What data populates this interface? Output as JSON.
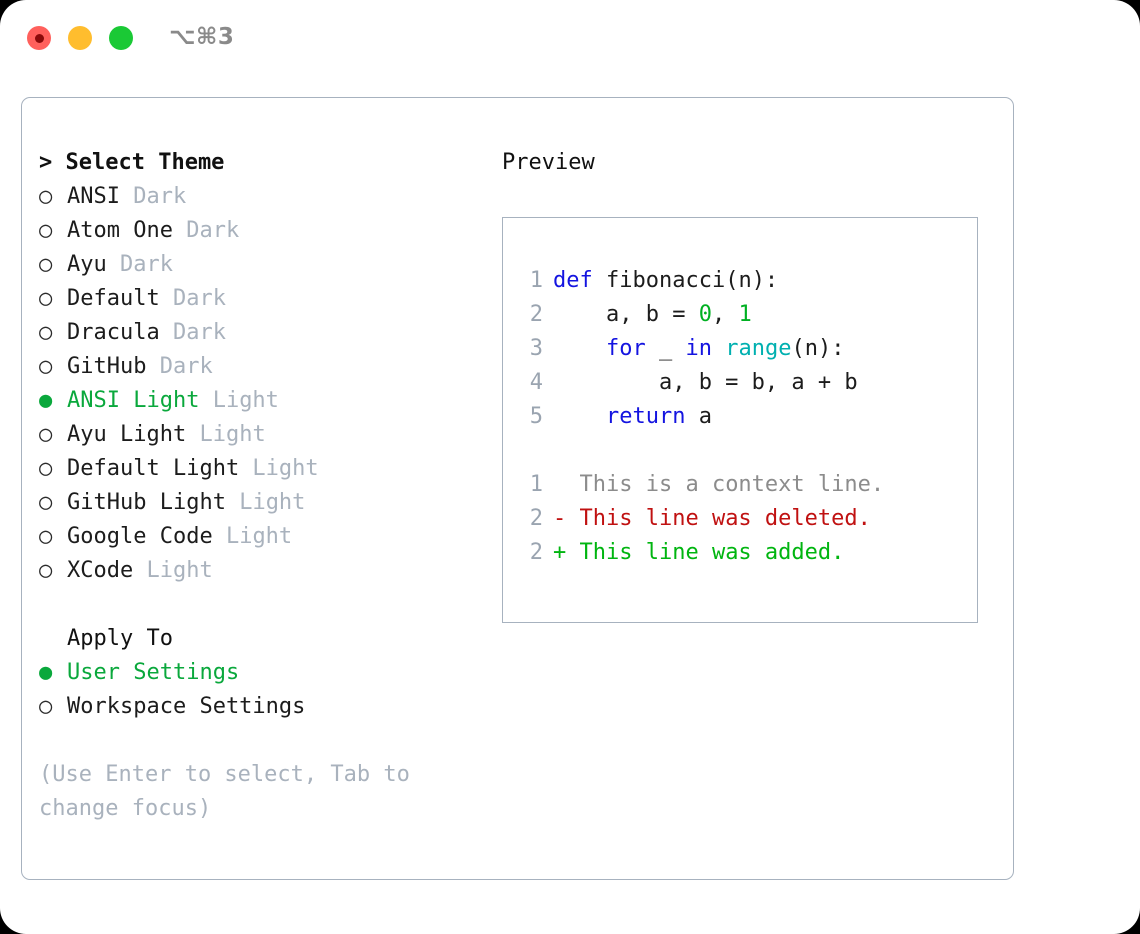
{
  "titlebar": {
    "shortcut": "⌥⌘3",
    "buttons": [
      {
        "name": "close",
        "color": "#ff605c"
      },
      {
        "name": "minimize",
        "color": "#ffbd2e"
      },
      {
        "name": "zoom",
        "color": "#1ac935"
      }
    ]
  },
  "accent": {
    "selected_green": "#0aa83c",
    "muted_gray": "#a9b2bd",
    "border": "#a7b2bf"
  },
  "theme_panel": {
    "header": "> Select Theme",
    "themes": [
      {
        "bullet": "○",
        "name": "ANSI",
        "variant": "Dark",
        "selected": false
      },
      {
        "bullet": "○",
        "name": "Atom One",
        "variant": "Dark",
        "selected": false
      },
      {
        "bullet": "○",
        "name": "Ayu",
        "variant": "Dark",
        "selected": false
      },
      {
        "bullet": "○",
        "name": "Default",
        "variant": "Dark",
        "selected": false
      },
      {
        "bullet": "○",
        "name": "Dracula",
        "variant": "Dark",
        "selected": false
      },
      {
        "bullet": "○",
        "name": "GitHub",
        "variant": "Dark",
        "selected": false
      },
      {
        "bullet": "●",
        "name": "ANSI Light",
        "variant": "Light",
        "selected": true
      },
      {
        "bullet": "○",
        "name": "Ayu Light",
        "variant": "Light",
        "selected": false
      },
      {
        "bullet": "○",
        "name": "Default Light",
        "variant": "Light",
        "selected": false
      },
      {
        "bullet": "○",
        "name": "GitHub Light",
        "variant": "Light",
        "selected": false
      },
      {
        "bullet": "○",
        "name": "Google Code",
        "variant": "Light",
        "selected": false
      },
      {
        "bullet": "○",
        "name": "XCode",
        "variant": "Light",
        "selected": false
      }
    ],
    "apply_to_label": "Apply To",
    "apply_to_options": [
      {
        "bullet": "●",
        "name": "User Settings",
        "selected": true
      },
      {
        "bullet": "○",
        "name": "Workspace Settings",
        "selected": false
      }
    ],
    "hint": "(Use Enter to select, Tab to change focus)"
  },
  "preview_panel": {
    "title": "Preview",
    "code_lines": [
      {
        "ln": "1",
        "tokens": [
          {
            "t": "def",
            "c": "kw"
          },
          {
            "t": " fibonacci(n):",
            "c": "pl"
          }
        ]
      },
      {
        "ln": "2",
        "tokens": [
          {
            "t": "    a, b = ",
            "c": "pl"
          },
          {
            "t": "0",
            "c": "num"
          },
          {
            "t": ", ",
            "c": "pl"
          },
          {
            "t": "1",
            "c": "num"
          }
        ]
      },
      {
        "ln": "3",
        "tokens": [
          {
            "t": "    ",
            "c": "pl"
          },
          {
            "t": "for",
            "c": "kw"
          },
          {
            "t": " _ ",
            "c": "pl"
          },
          {
            "t": "in",
            "c": "kw"
          },
          {
            "t": " ",
            "c": "pl"
          },
          {
            "t": "range",
            "c": "fn"
          },
          {
            "t": "(n):",
            "c": "pl"
          }
        ]
      },
      {
        "ln": "4",
        "tokens": [
          {
            "t": "        a, b = b, a + b",
            "c": "pl"
          }
        ]
      },
      {
        "ln": "5",
        "tokens": [
          {
            "t": "    ",
            "c": "pl"
          },
          {
            "t": "return",
            "c": "kw"
          },
          {
            "t": " a",
            "c": "pl"
          }
        ]
      }
    ],
    "diff_lines": [
      {
        "ln": "1",
        "marker": " ",
        "text": " This is a context line.",
        "kind": "context"
      },
      {
        "ln": "2",
        "marker": "-",
        "text": " This line was deleted.",
        "kind": "deleted"
      },
      {
        "ln": "2",
        "marker": "+",
        "text": " This line was added.",
        "kind": "added"
      }
    ]
  }
}
